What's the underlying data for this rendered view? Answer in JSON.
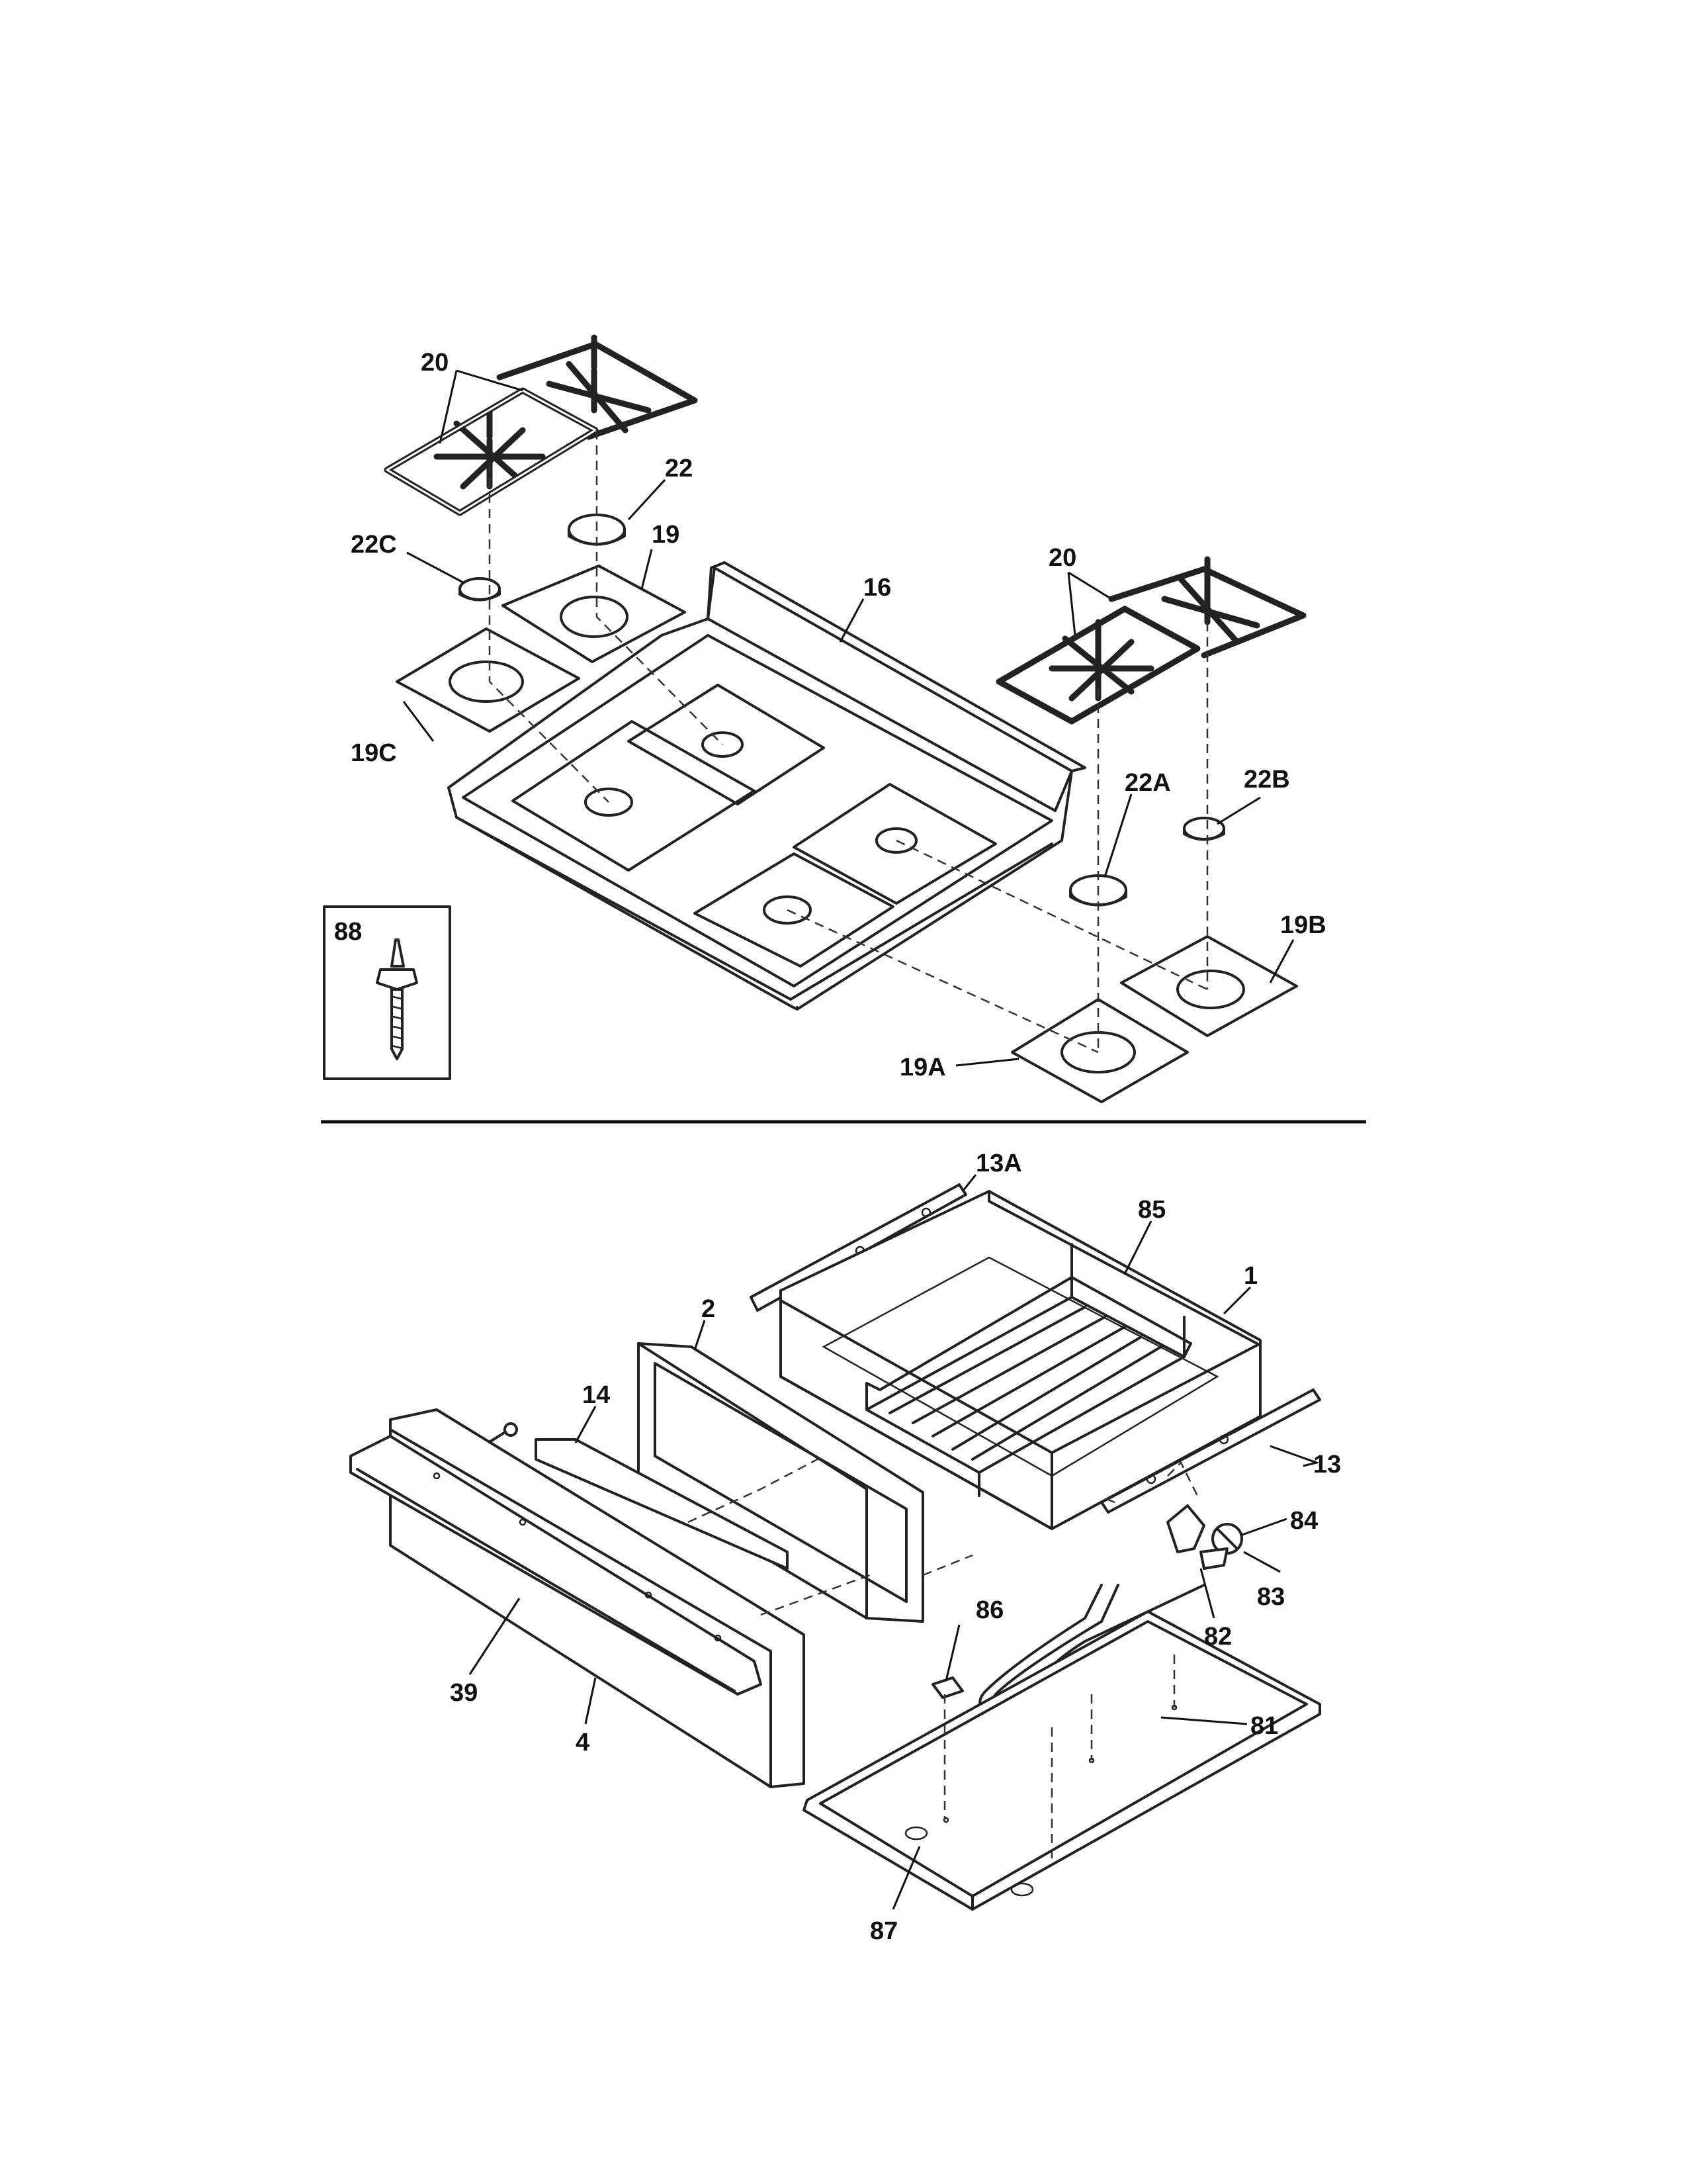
{
  "callouts": {
    "c20_top": "20",
    "c22": "22",
    "c22C": "22C",
    "c19": "19",
    "c16": "16",
    "c20_right": "20",
    "c19C": "19C",
    "c22A": "22A",
    "c22B": "22B",
    "c88": "88",
    "c19B": "19B",
    "c19A": "19A",
    "c13A": "13A",
    "c85": "85",
    "c1": "1",
    "c2": "2",
    "c14": "14",
    "c13": "13",
    "c84": "84",
    "c83": "83",
    "c82": "82",
    "c86": "86",
    "c39": "39",
    "c4": "4",
    "c81": "81",
    "c87": "87"
  }
}
